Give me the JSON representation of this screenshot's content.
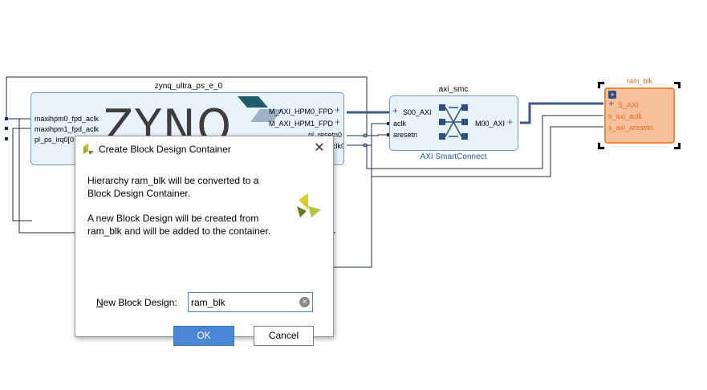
{
  "zynq_block": {
    "instance_name": "zynq_ultra_ps_e_0",
    "logo_text": "ZYNQ",
    "left_ports": [
      "maxihpm0_fpd_aclk",
      "maxihpm1_fpd_aclk",
      "pl_ps_irq0[0:"
    ],
    "right_ports": [
      "M_AXI_HPM0_FPD",
      "M_AXI_HPM1_FPD",
      "pl_resetn0",
      "clk0"
    ]
  },
  "smc_block": {
    "instance_name": "axi_smc",
    "subtitle": "AXI SmartConnect",
    "left_ports": [
      "S00_AXI",
      "aclk",
      "aresetn"
    ],
    "right_ports": [
      "M00_AXI"
    ]
  },
  "ram_block": {
    "instance_name": "ram_blk",
    "ports": [
      "S_AXI",
      "s_axi_aclk",
      "s_axi_aresetn"
    ],
    "fill_color": "#f7c09a",
    "border_color": "#f28a3c"
  },
  "dialog": {
    "title": "Create Block Design Container",
    "close_glyph": "✕",
    "message_line1": "Hierarchy ram_blk will be converted to a",
    "message_line2": "Block Design Container.",
    "message_line3": "A new Block Design will be created from",
    "message_line4": "ram_blk and will be added to the container.",
    "field_label_mnemonic": "N",
    "field_label_rest": "ew Block Design:",
    "field_value": "ram_blk",
    "clear_glyph": "×",
    "ok_label": "OK",
    "cancel_label": "Cancel",
    "icon": "vivado-logo-icon"
  },
  "colors": {
    "wire": "#3c5a8a",
    "wire_dark": "#1d2e4a",
    "block_fill": "#e8f2fb",
    "block_border": "#6f9ac6",
    "accent_button": "#4a86d4"
  }
}
